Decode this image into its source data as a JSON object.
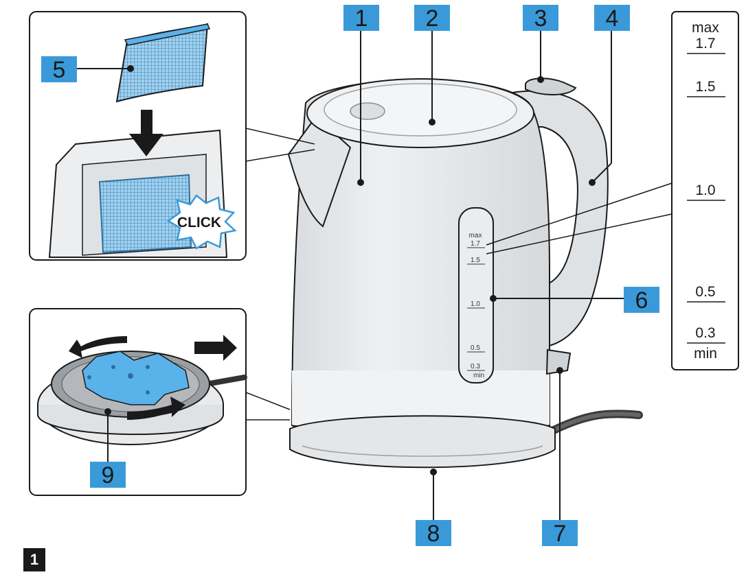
{
  "callouts": [
    "1",
    "2",
    "3",
    "4",
    "5",
    "6",
    "7",
    "8",
    "9"
  ],
  "click_label": "CLICK",
  "water_scale": {
    "max_label": "max",
    "marks": [
      "1.7",
      "1.5",
      "1.0",
      "0.5",
      "0.3"
    ],
    "min_label": "min"
  },
  "figure_number": "1",
  "colors": {
    "callout_blue": "#3a9ad9",
    "filter_blue": "#5ab2ea",
    "kettle_body": "#e7e9eb",
    "outline": "#1a1a1a"
  }
}
